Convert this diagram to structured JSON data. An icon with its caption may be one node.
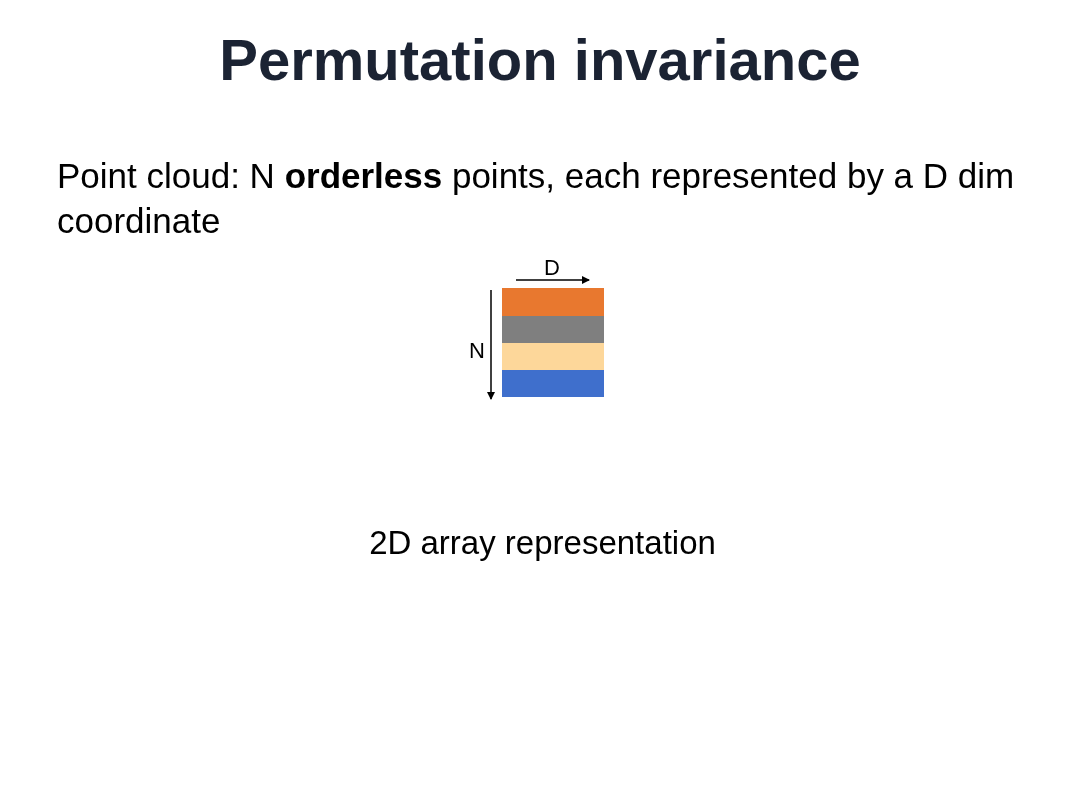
{
  "diagram": {
    "title": "Permutation invariance",
    "labels": [
      "Point cloud: N **orderless** points, each represented by a D dim coordinate",
      "D",
      "N",
      "2D array representation"
    ]
  }
}
